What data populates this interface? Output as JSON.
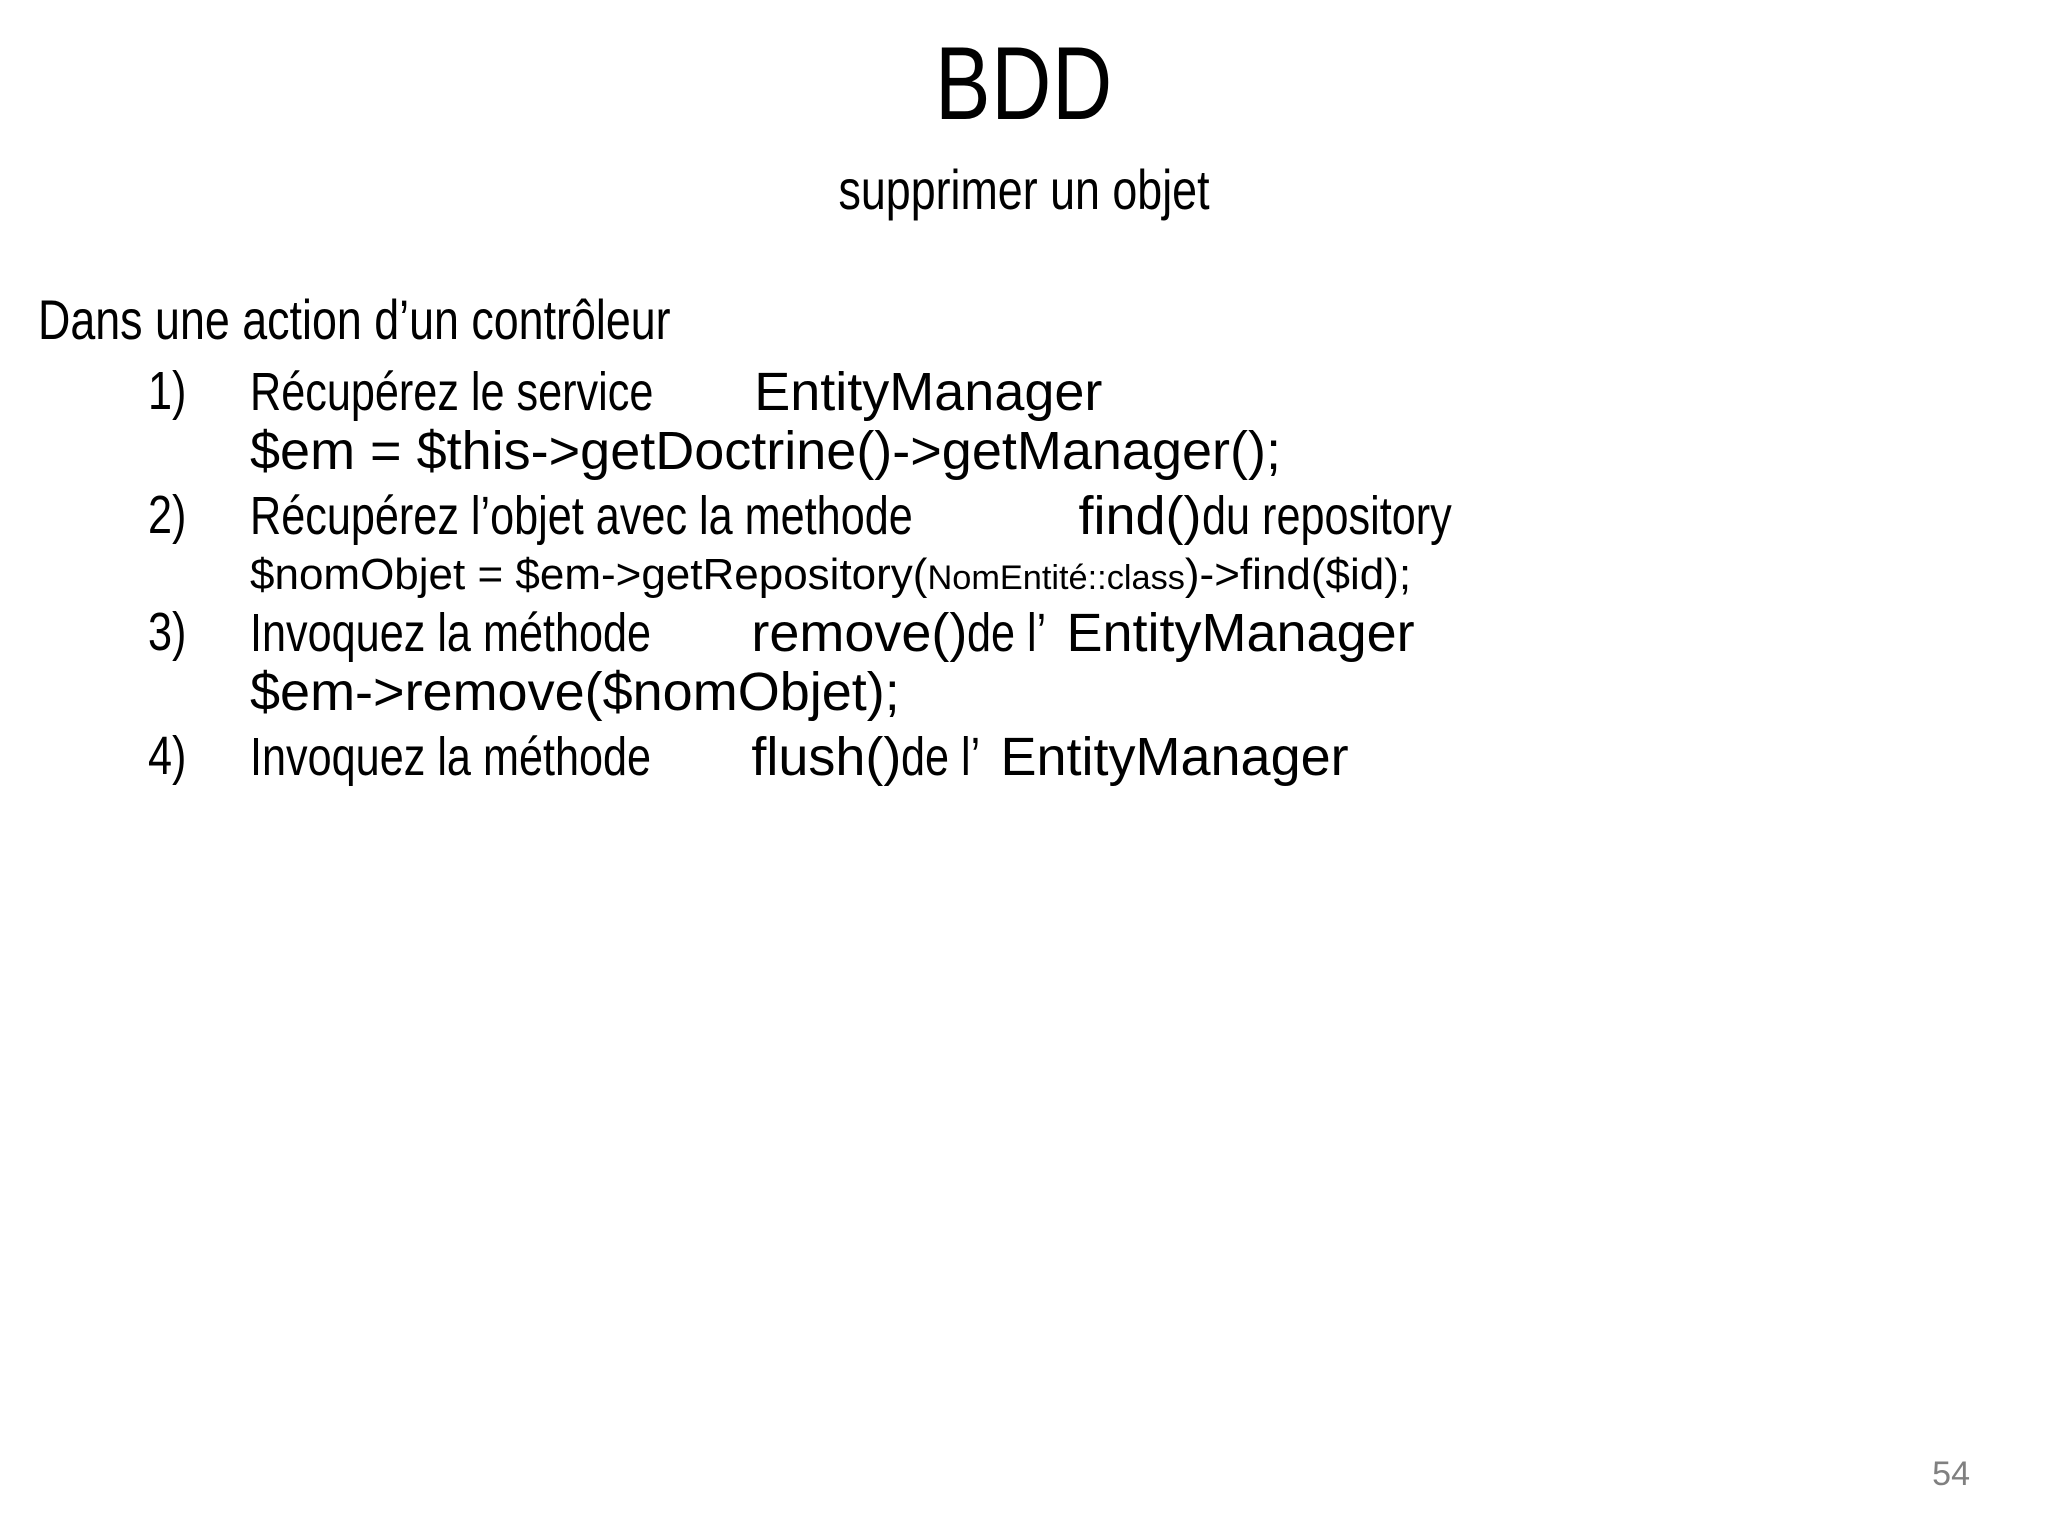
{
  "slide": {
    "title": "BDD",
    "subtitle": "supprimer un objet",
    "page_number": "54",
    "page_number_color": "#808080",
    "background_color": "#ffffff",
    "text_color": "#000000"
  },
  "body": {
    "intro": "Dans une action d’un contrôleur",
    "steps": [
      {
        "number": "1)",
        "text_prose_1": "Récupérez le service ",
        "text_code_1": "EntityManager",
        "code_line": "$em = $this->getDoctrine()->getManager();"
      },
      {
        "number": "2)",
        "text_prose_1": "Récupérez l’objet avec la methode ",
        "text_code_1": "find()",
        "text_prose_2": " du repository",
        "code_line_a": "$nomObjet = $em->getRepository(",
        "code_line_small": "NomEntité::class",
        "code_line_b": ")->find($id);"
      },
      {
        "number": "3)",
        "text_prose_1": "Invoquez la méthode ",
        "text_code_1": "remove()",
        "text_prose_2": " de l’",
        "text_code_2": "EntityManager",
        "code_line": "$em->remove($nomObjet);"
      },
      {
        "number": "4)",
        "text_prose_1": "Invoquez la méthode ",
        "text_code_1": "flush()",
        "text_prose_2": " de l’",
        "text_code_2": "EntityManager"
      }
    ]
  }
}
